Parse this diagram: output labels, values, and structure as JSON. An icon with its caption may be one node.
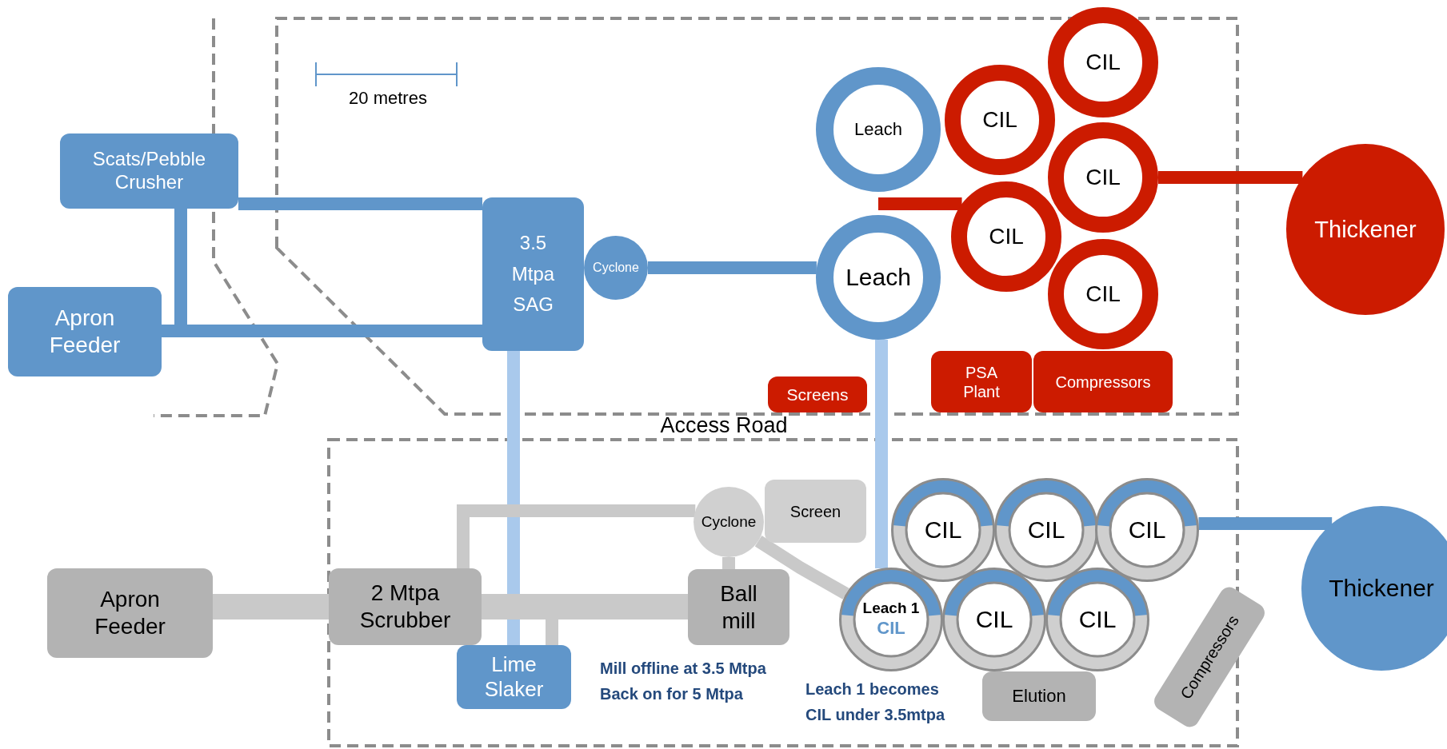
{
  "diagram": {
    "nodes": [
      {
        "text": [
          "Scats/Pebble Crusher"
        ]
      },
      {
        "text": [
          "Apron Feeder"
        ]
      },
      {
        "text": [
          "3.5 Mtpa SAG"
        ]
      },
      {
        "text": [
          "Cyclone"
        ]
      },
      {
        "text": [
          "Leach"
        ]
      },
      {
        "text": [
          "Leach"
        ]
      },
      {
        "text": [
          "CIL"
        ]
      },
      {
        "text": [
          "CIL"
        ]
      },
      {
        "text": [
          "CIL"
        ]
      },
      {
        "text": [
          "CIL"
        ]
      },
      {
        "text": [
          "CIL"
        ]
      },
      {
        "text": [
          "Thickener"
        ]
      },
      {
        "text": [
          "Screens"
        ]
      },
      {
        "text": [
          "PSA Plant"
        ]
      },
      {
        "text": [
          "Compressors"
        ]
      },
      {
        "text": [
          "Apron Feeder"
        ]
      },
      {
        "text": [
          "2 Mtpa Scrubber"
        ]
      },
      {
        "text": [
          "Lime Slaker"
        ]
      },
      {
        "text": [
          "Cyclone"
        ]
      },
      {
        "text": [
          "Screen"
        ]
      },
      {
        "text": [
          "Ball mill"
        ]
      },
      {
        "text": [
          "CIL"
        ]
      },
      {
        "text": [
          "CIL"
        ]
      },
      {
        "text": [
          "CIL"
        ]
      },
      {
        "text": [
          "Leach 1",
          "CIL"
        ]
      },
      {
        "text": [
          "CIL"
        ]
      },
      {
        "text": [
          "CIL"
        ]
      },
      {
        "text": [
          "Compressors"
        ]
      },
      {
        "text": [
          "Elution"
        ]
      },
      {
        "text": [
          "Thickener"
        ]
      }
    ],
    "edges": [
      {
        "from": 0,
        "to": 2,
        "arrow": "none",
        "color": "#6096ca"
      },
      {
        "from": 1,
        "to": 2,
        "arrow": "none",
        "color": "#6096ca"
      },
      {
        "from": 0,
        "to": 1,
        "arrow": "none",
        "color": "#6096ca"
      },
      {
        "from": 3,
        "to": 5,
        "arrow": "none",
        "color": "#6096ca"
      },
      {
        "from": null,
        "to": 9,
        "arrow": "none",
        "color": "#cc1b00"
      },
      {
        "from": 8,
        "to": 11,
        "arrow": "none",
        "color": "#cc1b00"
      },
      {
        "from": 2,
        "to": 17,
        "arrow": "none",
        "color": "#a9c9ec"
      },
      {
        "from": 5,
        "to": 24,
        "arrow": "none",
        "color": "#a9c9ec"
      },
      {
        "from": 15,
        "to": 16,
        "arrow": "none",
        "style": "thick"
      },
      {
        "from": 16,
        "to": 20,
        "arrow": "none",
        "style": "thick"
      },
      {
        "from": 16,
        "to": 18,
        "arrow": "none"
      },
      {
        "from": 18,
        "to": 20,
        "arrow": "none"
      },
      {
        "from": 18,
        "to": 24,
        "arrow": "none"
      },
      {
        "from": 17,
        "to": 20,
        "arrow": "none"
      },
      {
        "from": 23,
        "to": 29,
        "arrow": "none",
        "color": "#6096ca"
      }
    ],
    "labels": [
      "20 metres",
      "Access Road",
      "Mill offline at 3.5 Mtpa Back on for 5 Mtpa",
      "Leach 1 becomes CIL under 3.5mtpa"
    ]
  }
}
